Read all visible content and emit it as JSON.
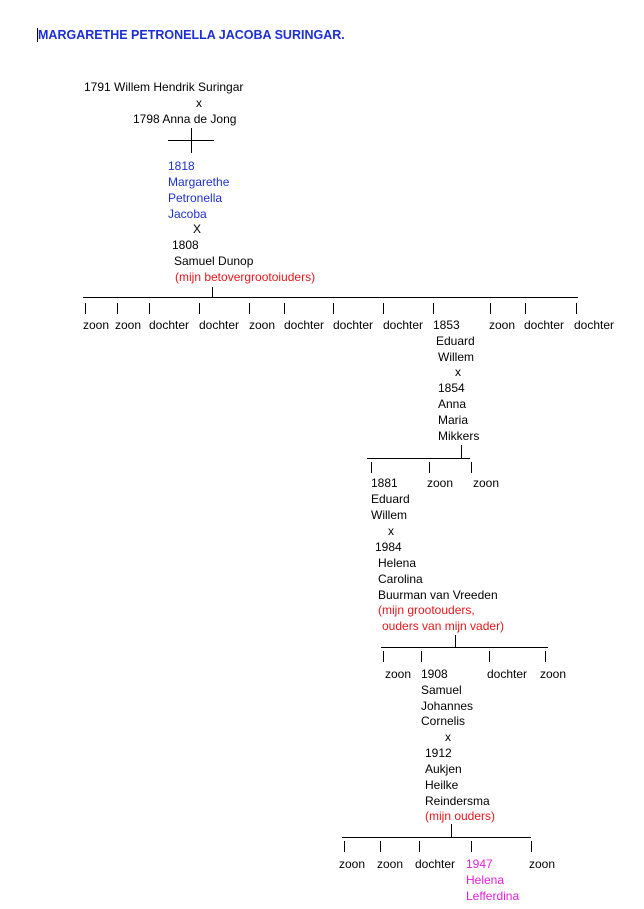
{
  "title": "MARGARETHE PETRONELLA JACOBA SURINGAR.",
  "gen1": {
    "father": "1791 Willem Hendrik Suringar",
    "x": "x",
    "mother": "1798 Anna de Jong"
  },
  "gen2": {
    "year": "1818",
    "name_lines": [
      "Margarethe",
      "Petronella",
      "Jacoba"
    ],
    "x": "X",
    "spouse_year": "1808",
    "spouse_name": "Samuel Dunop",
    "note": "(mijn betovergrootoiuders)"
  },
  "gen2_children": [
    "zoon",
    "zoon",
    "dochter",
    "dochter",
    "zoon",
    "dochter",
    "dochter",
    "dochter",
    "zoon",
    "dochter",
    "dochter"
  ],
  "gen3": {
    "year": "1853",
    "name_lines": [
      "Eduard",
      "Willem"
    ],
    "x": "x",
    "spouse_year": "1854",
    "spouse_lines": [
      "Anna",
      "Maria",
      "Mikkers"
    ]
  },
  "gen3_children": [
    "zoon",
    "zoon"
  ],
  "gen4": {
    "year": "1881",
    "name_lines": [
      "Eduard",
      "Willem"
    ],
    "x": "x",
    "spouse_year": "1984",
    "spouse_lines": [
      "Helena",
      "Carolina",
      "Buurman van Vreeden"
    ],
    "note_lines": [
      "(mijn grootouders,",
      "ouders van mijn vader)"
    ]
  },
  "gen4_children": [
    "zoon",
    "dochter",
    "zoon"
  ],
  "gen5": {
    "year": "1908",
    "name_lines": [
      "Samuel",
      "Johannes",
      "Cornelis"
    ],
    "x": "x",
    "spouse_year": "1912",
    "spouse_lines": [
      "Aukjen",
      "Heilke",
      "Reindersma"
    ],
    "note": "(mijn ouders)"
  },
  "gen5_children": [
    "zoon",
    "zoon",
    "dochter",
    "zoon"
  ],
  "gen6": {
    "year": "1947",
    "name_lines": [
      "Helena",
      "Lefferdina"
    ]
  },
  "colors": {
    "title": "#1c2fd4",
    "subject": "#1c2fd4",
    "note": "#e8161b",
    "author": "#e51fe0"
  }
}
